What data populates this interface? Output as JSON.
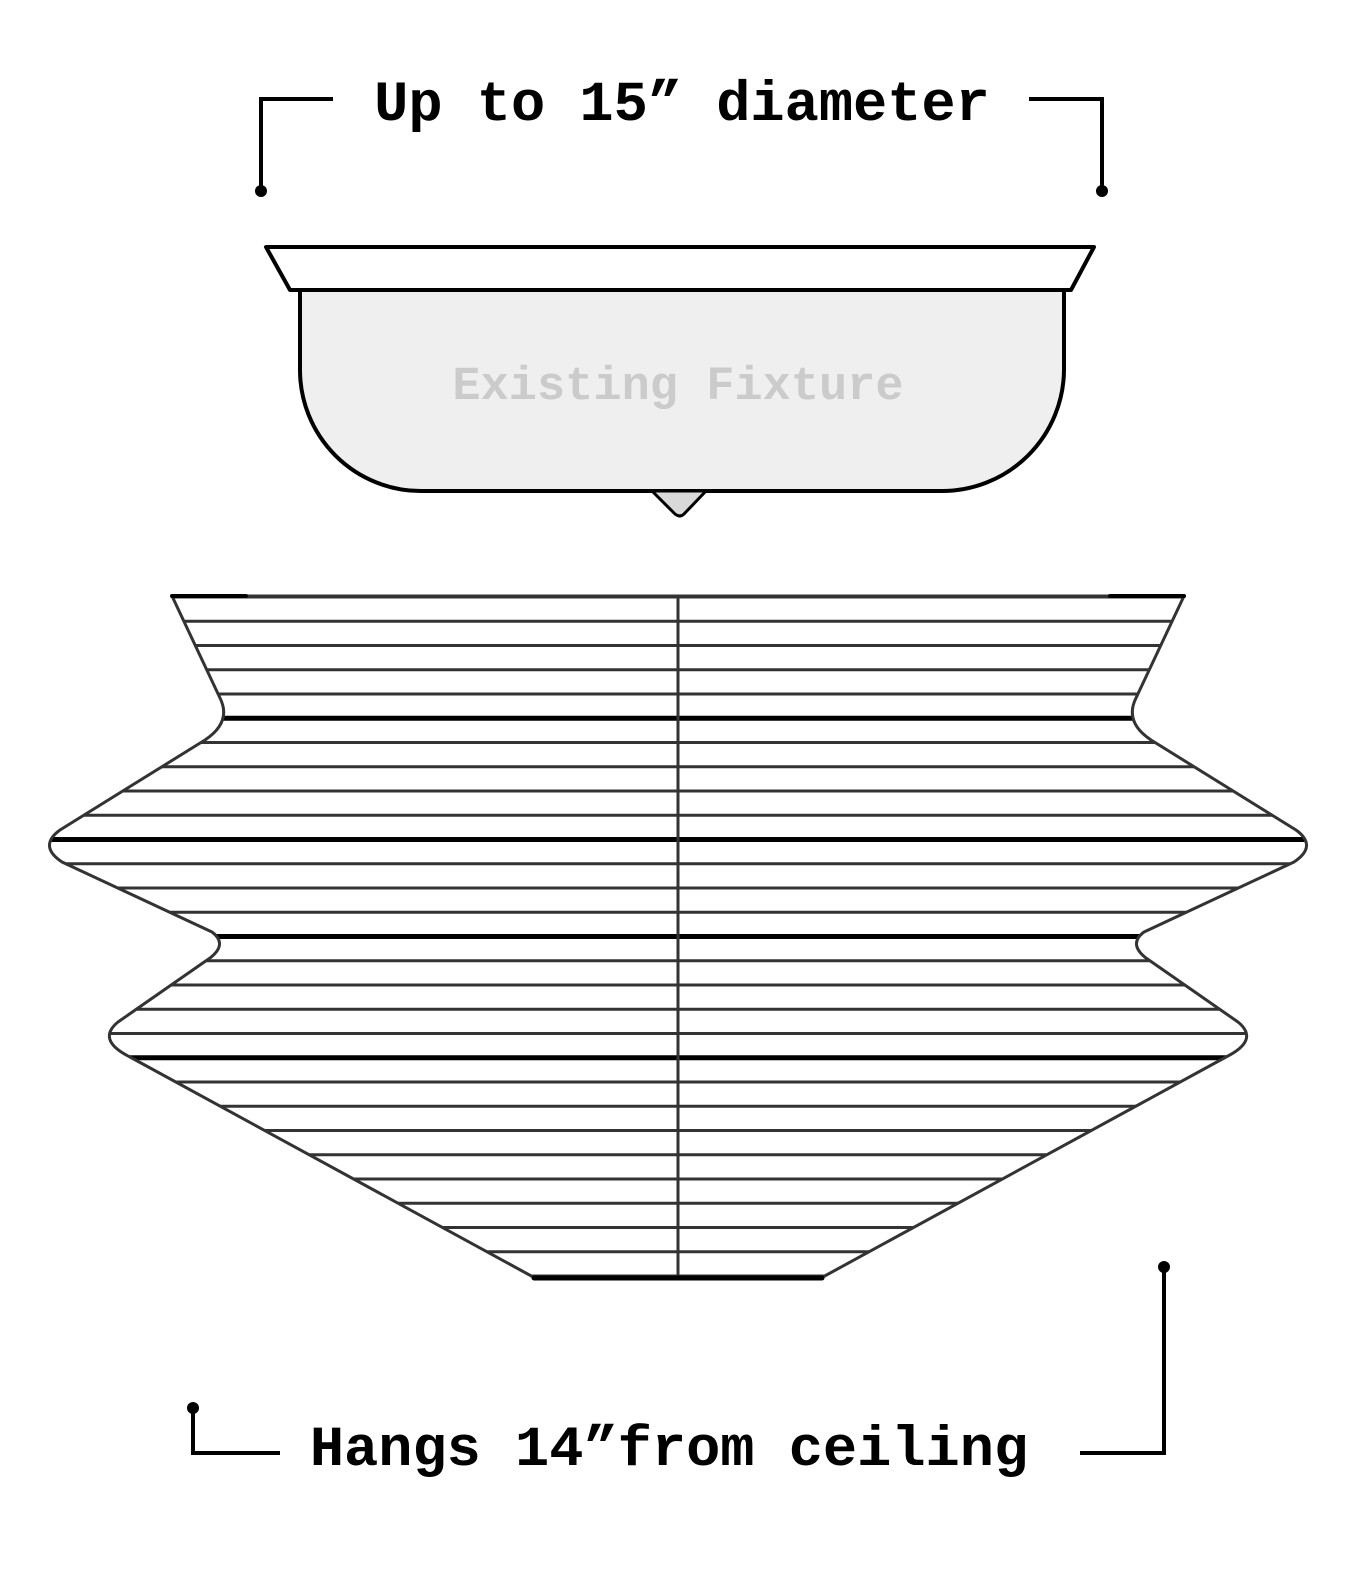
{
  "diagram": {
    "diameter_label": "Up to 15” diameter",
    "hang_label": "Hangs 14”from ceiling",
    "fixture_label": "Existing Fixture"
  },
  "colors": {
    "fixture_fill": "#efefef",
    "fixture_text": "#cbcbcb",
    "shade_line": "#333333",
    "ink": "#000000"
  }
}
